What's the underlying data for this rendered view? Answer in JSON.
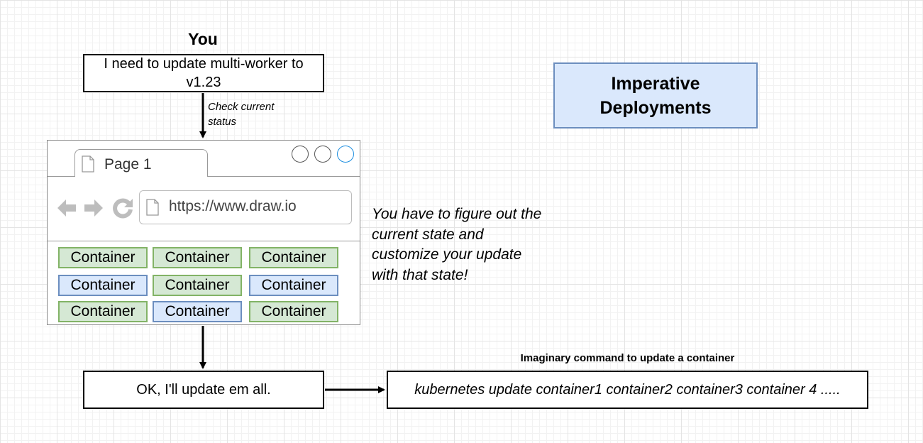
{
  "you": {
    "label": "You"
  },
  "need_box": {
    "text": "I need to update multi-worker to v1.23"
  },
  "check_label": {
    "line1": "Check current",
    "line2": "status"
  },
  "imperative": {
    "line1": "Imperative",
    "line2": "Deployments"
  },
  "browser": {
    "tab_label": "Page 1",
    "url": "https://www.draw.io",
    "page_icon": "page-icon",
    "nav_icons": [
      "back-arrow-icon",
      "forward-arrow-icon",
      "refresh-icon"
    ],
    "window_buttons": [
      "window-circle",
      "window-circle",
      "window-circle-active"
    ],
    "containers": [
      [
        {
          "label": "Container",
          "color": "green"
        },
        {
          "label": "Container",
          "color": "green"
        },
        {
          "label": "Container",
          "color": "green"
        }
      ],
      [
        {
          "label": "Container",
          "color": "blue"
        },
        {
          "label": "Container",
          "color": "green"
        },
        {
          "label": "Container",
          "color": "blue"
        }
      ],
      [
        {
          "label": "Container",
          "color": "green"
        },
        {
          "label": "Container",
          "color": "blue"
        },
        {
          "label": "Container",
          "color": "green"
        }
      ]
    ]
  },
  "note": {
    "lines": [
      "You have to figure out the",
      "current state and",
      "customize your update",
      "with that state!"
    ]
  },
  "ok_box": {
    "text": "OK, I'll update em all."
  },
  "command": {
    "title": "Imaginary command to update a container",
    "text": "kubernetes update container1 container2 container3 container 4 ....."
  },
  "colors": {
    "green_fill": "#d5e8d4",
    "green_stroke": "#82b366",
    "blue_fill": "#dae8fc",
    "blue_stroke": "#6c8ebf",
    "window_active": "#1e8fe0"
  }
}
